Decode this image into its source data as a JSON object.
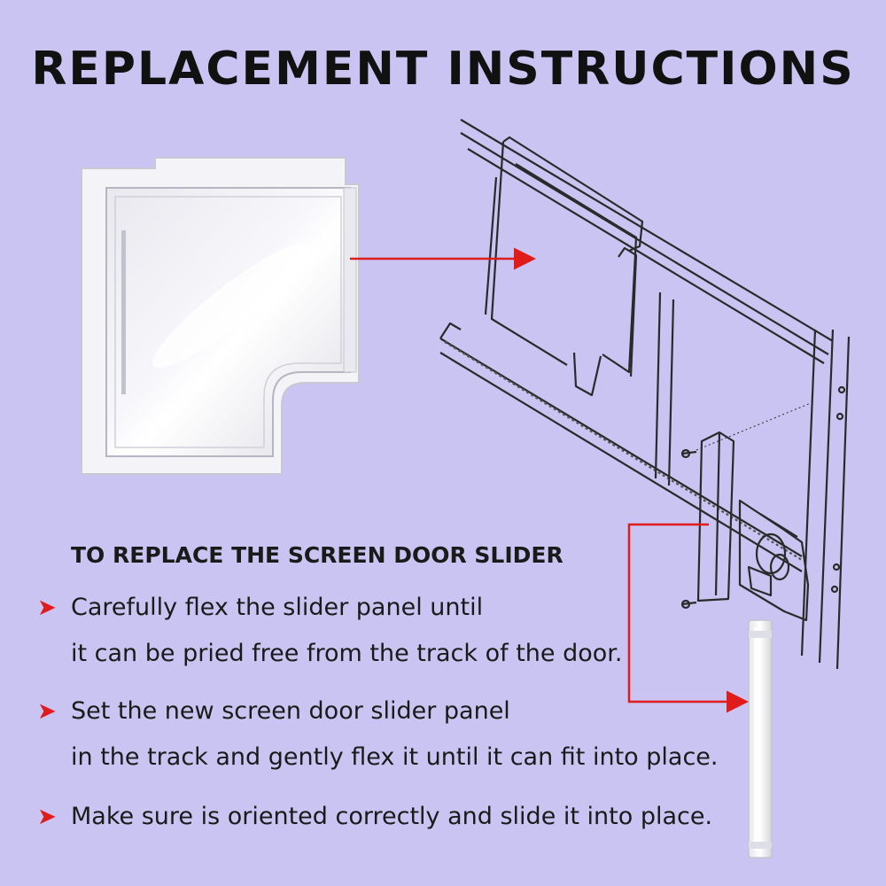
{
  "title": "REPLACEMENT INSTRUCTIONS",
  "subheading": "TO REPLACE THE SCREEN DOOR SLIDER",
  "bullet_glyph": "➤",
  "steps": [
    {
      "line1": "Carefully flex the slider panel until",
      "line2": "it can be pried free from the track of the door."
    },
    {
      "line1": "Set the new screen door slider panel",
      "line2": "in the track and gently flex it until it can fit into place."
    },
    {
      "line1": "Make sure is oriented correctly and slide it into place.",
      "line2": ""
    }
  ],
  "colors": {
    "background": "#c9c4f2",
    "arrow": "#e01b1b",
    "text": "#1a1a1a"
  },
  "illustrations": [
    "slider-panel-photo",
    "door-track-diagram",
    "slider-bar-photo"
  ]
}
